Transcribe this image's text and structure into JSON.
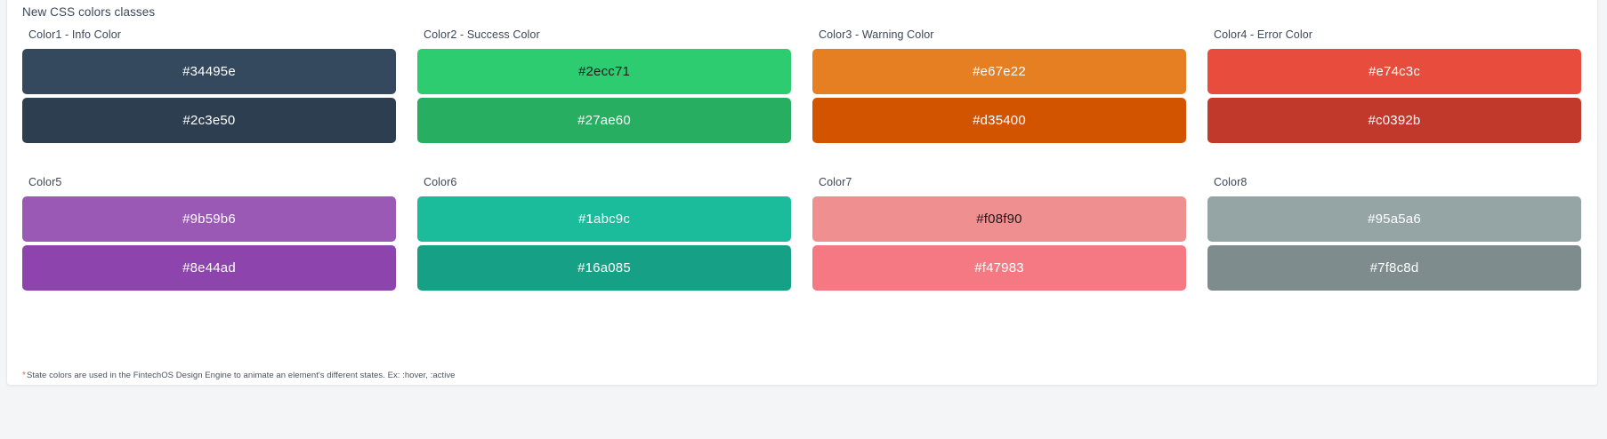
{
  "page": {
    "title": "New CSS colors classes",
    "background": "#f4f5f7",
    "card_background": "#ffffff",
    "card_border": "#e7e9ec",
    "label_color": "#3c4758"
  },
  "footnote": {
    "marker": "*",
    "marker_color": "#e8654a",
    "text": "State colors are used in the FintechOS Design Engine to animate an element's different states. Ex: :hover, :active"
  },
  "groups": [
    {
      "label": "Color1 - Info Color",
      "swatches": [
        {
          "hex": "#34495e",
          "label": "#34495e",
          "text_color": "#ffffff"
        },
        {
          "hex": "#2c3e50",
          "label": "#2c3e50",
          "text_color": "#ffffff"
        }
      ]
    },
    {
      "label": "Color2 - Success Color",
      "swatches": [
        {
          "hex": "#2ecc71",
          "label": "#2ecc71",
          "text_color": "#1b1b1b"
        },
        {
          "hex": "#27ae60",
          "label": "#27ae60",
          "text_color": "#ffffff"
        }
      ]
    },
    {
      "label": "Color3 - Warning Color",
      "swatches": [
        {
          "hex": "#e67e22",
          "label": "#e67e22",
          "text_color": "#ffffff"
        },
        {
          "hex": "#d35400",
          "label": "#d35400",
          "text_color": "#ffffff"
        }
      ]
    },
    {
      "label": "Color4 - Error Color",
      "swatches": [
        {
          "hex": "#e74c3c",
          "label": "#e74c3c",
          "text_color": "#ffffff"
        },
        {
          "hex": "#c0392b",
          "label": "#c0392b",
          "text_color": "#ffffff"
        }
      ]
    },
    {
      "label": "Color5",
      "swatches": [
        {
          "hex": "#9b59b6",
          "label": "#9b59b6",
          "text_color": "#ffffff"
        },
        {
          "hex": "#8e44ad",
          "label": "#8e44ad",
          "text_color": "#ffffff"
        }
      ]
    },
    {
      "label": "Color6",
      "swatches": [
        {
          "hex": "#1abc9c",
          "label": "#1abc9c",
          "text_color": "#ffffff"
        },
        {
          "hex": "#16a085",
          "label": "#16a085",
          "text_color": "#ffffff"
        }
      ]
    },
    {
      "label": "Color7",
      "swatches": [
        {
          "hex": "#f08f90",
          "label": "#f08f90",
          "text_color": "#1b1b1b"
        },
        {
          "hex": "#f47983",
          "label": "#f47983",
          "text_color": "#ffffff"
        }
      ]
    },
    {
      "label": "Color8",
      "swatches": [
        {
          "hex": "#95a5a6",
          "label": "#95a5a6",
          "text_color": "#ffffff"
        },
        {
          "hex": "#7f8c8d",
          "label": "#7f8c8d",
          "text_color": "#ffffff"
        }
      ]
    }
  ]
}
